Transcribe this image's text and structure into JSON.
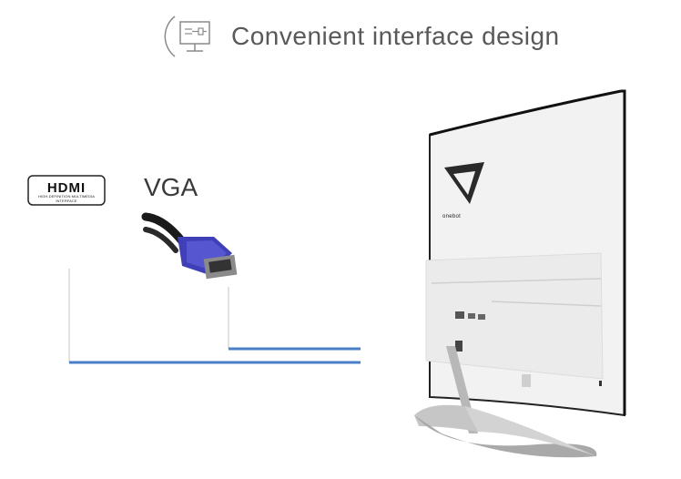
{
  "header": {
    "title": "Convenient interface design",
    "icon": "monitor-plug-icon"
  },
  "ports": {
    "hdmi_logo_text": "HDMI",
    "hdmi_subtext": "HIGH-DEFINITION MULTIMEDIA INTERFACE",
    "vga_label": "VGA"
  },
  "monitor": {
    "brand": "onebot"
  },
  "colors": {
    "line_blue": "#4a7fc8",
    "connector_blue": "#3f3fb8",
    "title_gray": "#595959"
  }
}
